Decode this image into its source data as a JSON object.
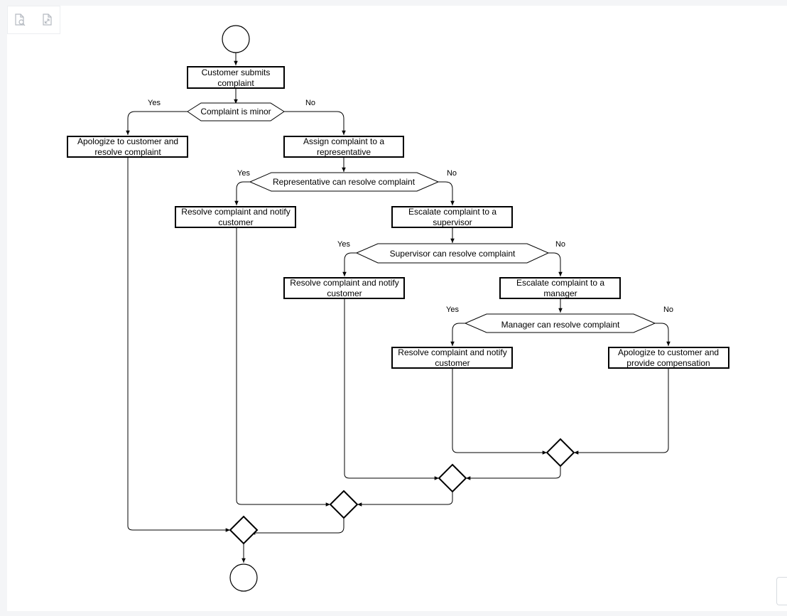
{
  "toolbar": {
    "buttons": [
      {
        "icon": "print-preview-icon"
      },
      {
        "icon": "fit-to-screen-icon"
      }
    ]
  },
  "diagram": {
    "type": "activity-flowchart",
    "nodes": {
      "start": {
        "kind": "start"
      },
      "submit": {
        "kind": "action",
        "lines": [
          "Customer submits",
          "complaint"
        ]
      },
      "d1": {
        "kind": "decision",
        "label": "Complaint is minor"
      },
      "apologize_resolve": {
        "kind": "action",
        "lines": [
          "Apologize to customer and",
          "resolve complaint"
        ]
      },
      "assign_rep": {
        "kind": "action",
        "lines": [
          "Assign complaint to a",
          "representative"
        ]
      },
      "d2": {
        "kind": "decision",
        "label": "Representative can resolve complaint"
      },
      "resolve_rep": {
        "kind": "action",
        "lines": [
          "Resolve complaint and notify",
          "customer"
        ]
      },
      "escalate_sup": {
        "kind": "action",
        "lines": [
          "Escalate complaint to a",
          "supervisor"
        ]
      },
      "d3": {
        "kind": "decision",
        "label": "Supervisor can resolve complaint"
      },
      "resolve_sup": {
        "kind": "action",
        "lines": [
          "Resolve complaint and notify",
          "customer"
        ]
      },
      "escalate_mgr": {
        "kind": "action",
        "lines": [
          "Escalate complaint to a",
          "manager"
        ]
      },
      "d4": {
        "kind": "decision",
        "label": "Manager can resolve complaint"
      },
      "resolve_mgr": {
        "kind": "action",
        "lines": [
          "Resolve complaint and notify",
          "customer"
        ]
      },
      "compensate": {
        "kind": "action",
        "lines": [
          "Apologize to customer and",
          "provide compensation"
        ]
      },
      "merge4": {
        "kind": "merge"
      },
      "merge3": {
        "kind": "merge"
      },
      "merge2": {
        "kind": "merge"
      },
      "merge1": {
        "kind": "merge"
      },
      "end": {
        "kind": "end"
      }
    },
    "branch_labels": {
      "d1_yes": "Yes",
      "d1_no": "No",
      "d2_yes": "Yes",
      "d2_no": "No",
      "d3_yes": "Yes",
      "d3_no": "No",
      "d4_yes": "Yes",
      "d4_no": "No"
    },
    "edges": [
      {
        "from": "start",
        "to": "submit"
      },
      {
        "from": "submit",
        "to": "d1"
      },
      {
        "from": "d1",
        "to": "apologize_resolve",
        "label": "Yes"
      },
      {
        "from": "d1",
        "to": "assign_rep",
        "label": "No"
      },
      {
        "from": "assign_rep",
        "to": "d2"
      },
      {
        "from": "d2",
        "to": "resolve_rep",
        "label": "Yes"
      },
      {
        "from": "d2",
        "to": "escalate_sup",
        "label": "No"
      },
      {
        "from": "escalate_sup",
        "to": "d3"
      },
      {
        "from": "d3",
        "to": "resolve_sup",
        "label": "Yes"
      },
      {
        "from": "d3",
        "to": "escalate_mgr",
        "label": "No"
      },
      {
        "from": "escalate_mgr",
        "to": "d4"
      },
      {
        "from": "d4",
        "to": "resolve_mgr",
        "label": "Yes"
      },
      {
        "from": "d4",
        "to": "compensate",
        "label": "No"
      },
      {
        "from": "resolve_mgr",
        "to": "merge4"
      },
      {
        "from": "compensate",
        "to": "merge4"
      },
      {
        "from": "resolve_sup",
        "to": "merge3"
      },
      {
        "from": "merge4",
        "to": "merge3"
      },
      {
        "from": "resolve_rep",
        "to": "merge2"
      },
      {
        "from": "merge3",
        "to": "merge2"
      },
      {
        "from": "apologize_resolve",
        "to": "merge1"
      },
      {
        "from": "merge2",
        "to": "merge1"
      },
      {
        "from": "merge1",
        "to": "end"
      }
    ]
  }
}
